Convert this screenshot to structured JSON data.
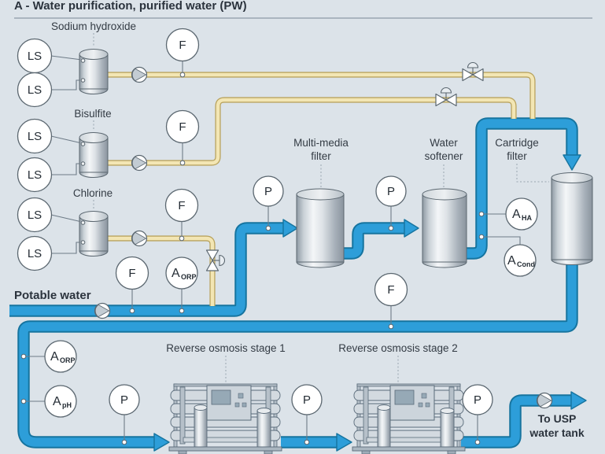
{
  "title": "A - Water purification, purified water (PW)",
  "feeds": {
    "sodium_hydroxide": "Sodium hydroxide",
    "bisulfite": "Bisulfite",
    "chlorine": "Chlorine"
  },
  "equipment": {
    "multi_media_filter_line1": "Multi-media",
    "multi_media_filter_line2": "filter",
    "water_softener_line1": "Water",
    "water_softener_line2": "softener",
    "cartridge_filter_line1": "Cartridge",
    "cartridge_filter_line2": "filter",
    "ro_stage1": "Reverse osmosis stage 1",
    "ro_stage2": "Reverse osmosis stage 2"
  },
  "streams": {
    "potable_water": "Potable water",
    "to_usp_line1": "To USP",
    "to_usp_line2": "water tank"
  },
  "instruments": {
    "level_switch": "LS",
    "flow": "F",
    "pressure": "P",
    "analyzer": "A",
    "sub_orp": "ORP",
    "sub_ph": "pH",
    "sub_ha": "HA",
    "sub_cond": "Cond"
  },
  "colors": {
    "background": "#dce3e9",
    "pipe_water": "#2d9ed9",
    "pipe_water_edge": "#16749f",
    "pipe_chemical": "#f3e6b4",
    "pipe_chemical_edge": "#b9a35e",
    "text": "#333b44"
  }
}
